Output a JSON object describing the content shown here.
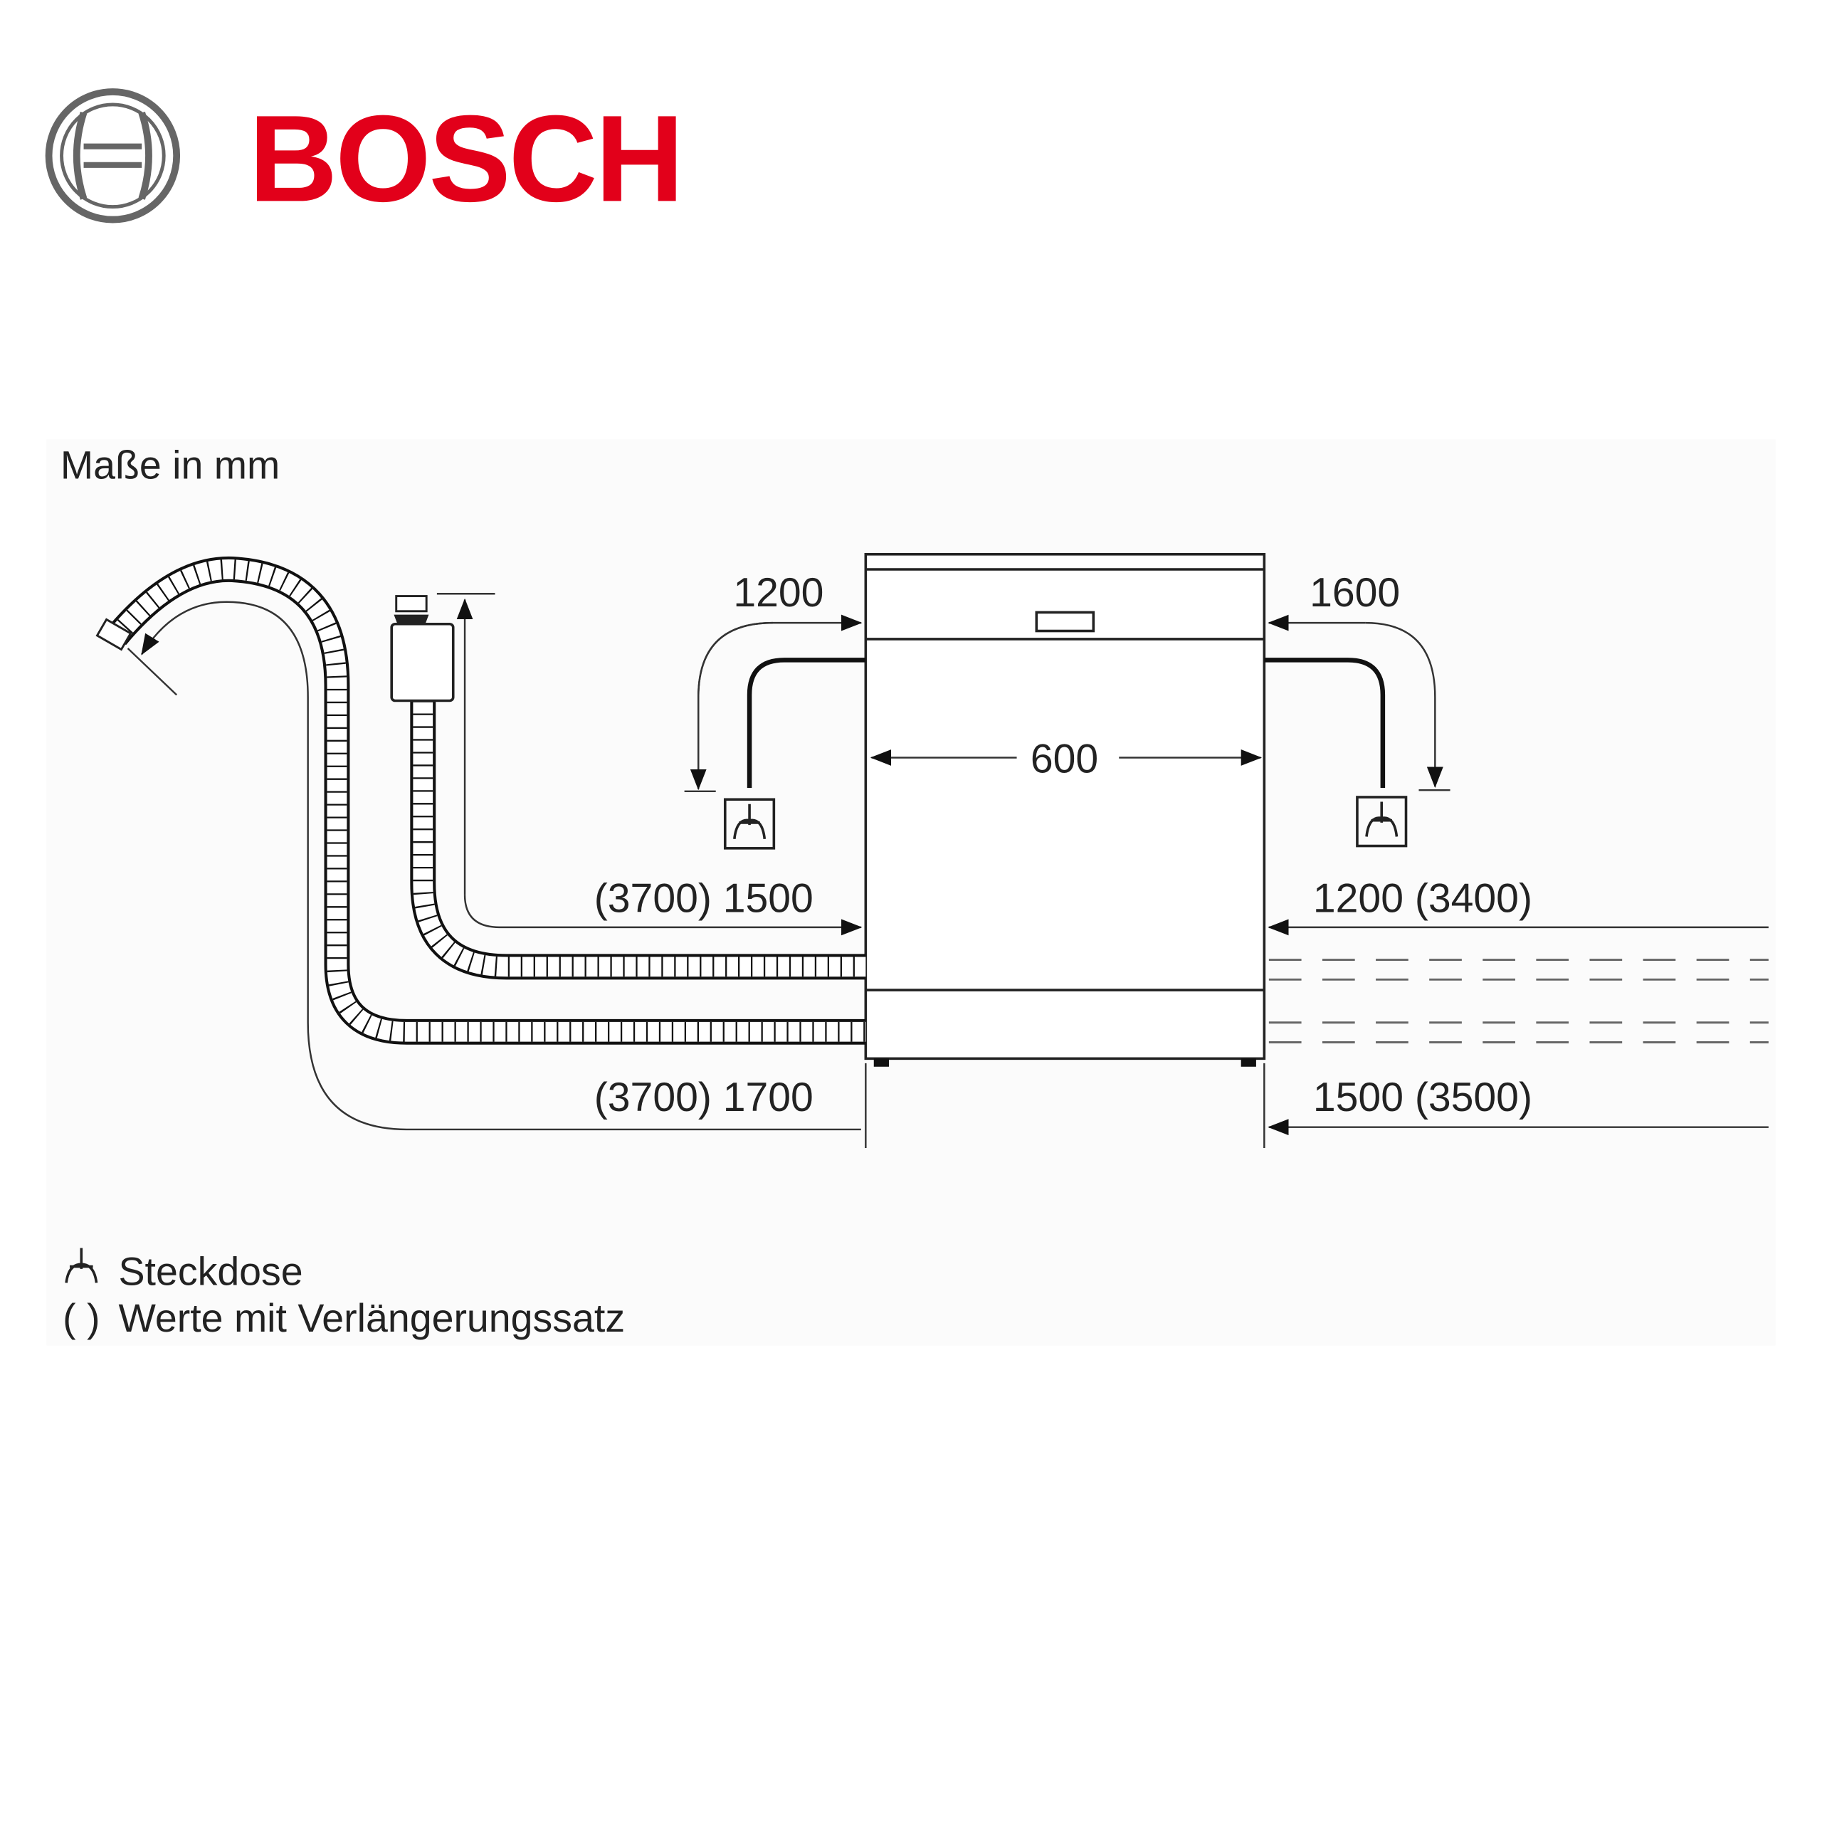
{
  "brand": {
    "name": "BOSCH",
    "color": "#e2001a",
    "logo_ring_color": "#666666"
  },
  "caption": "Maße in mm",
  "dimensions": {
    "width": "600",
    "left_power_cable": "1200",
    "right_power_cable": "1600",
    "left_inlet_hose": "(3700) 1500",
    "left_drain_hose": "(3700) 1700",
    "right_inlet_hose": "1200 (3400)",
    "right_drain_hose": "1500 (3500)"
  },
  "legend": [
    {
      "symbol": "socket-icon",
      "label": "Steckdose"
    },
    {
      "symbol": "( )",
      "label": "Werte mit Verlängerungssatz"
    }
  ]
}
